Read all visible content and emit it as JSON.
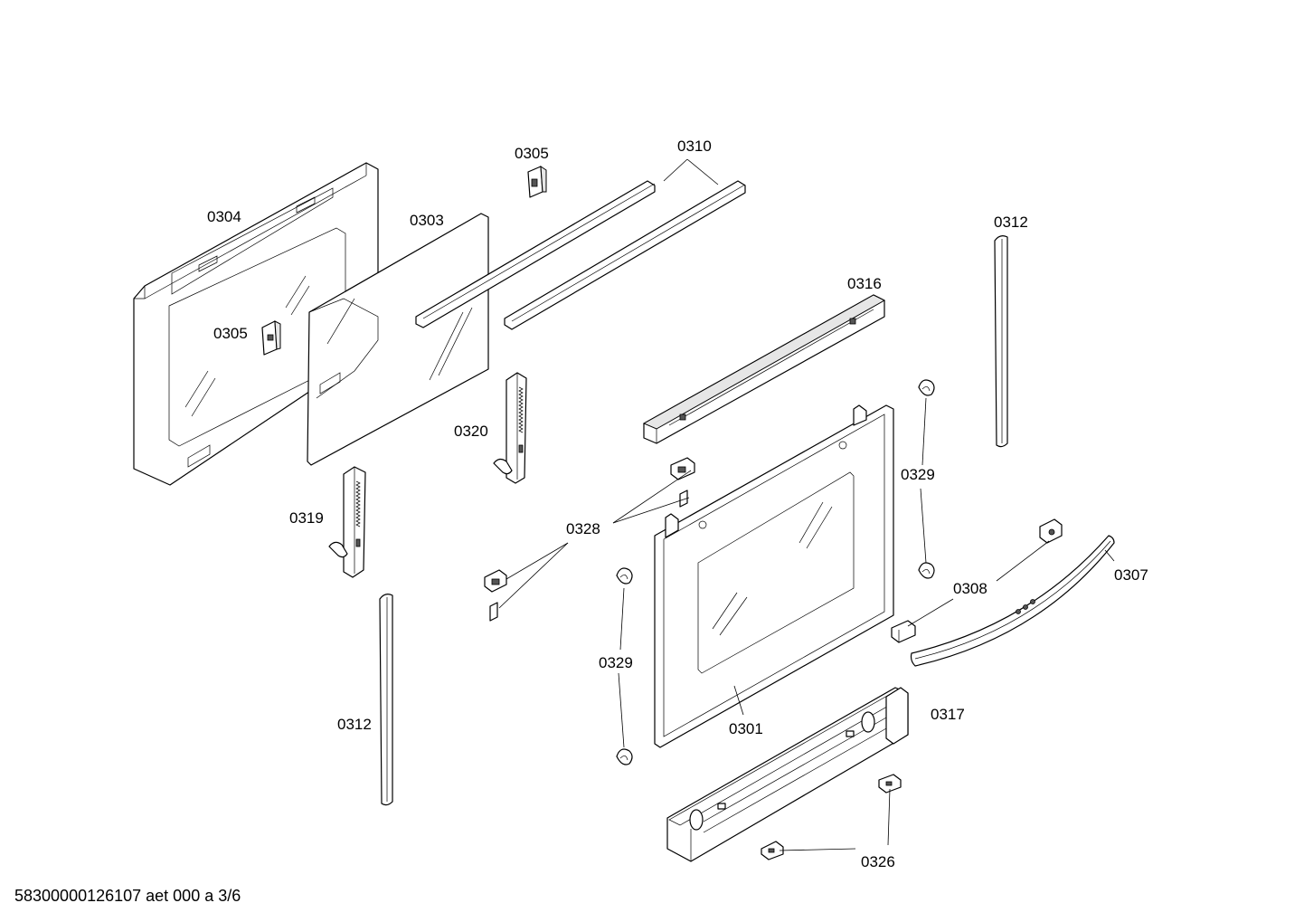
{
  "labels": {
    "p0304": "0304",
    "p0303": "0303",
    "p0305_top": "0305",
    "p0305_left": "0305",
    "p0310": "0310",
    "p0312_right": "0312",
    "p0312_left": "0312",
    "p0316": "0316",
    "p0320": "0320",
    "p0319": "0319",
    "p0328": "0328",
    "p0329_right": "0329",
    "p0329_left": "0329",
    "p0308": "0308",
    "p0307": "0307",
    "p0301": "0301",
    "p0317": "0317",
    "p0326": "0326"
  },
  "footer": "58300000126107 aet 000 a 3/6"
}
